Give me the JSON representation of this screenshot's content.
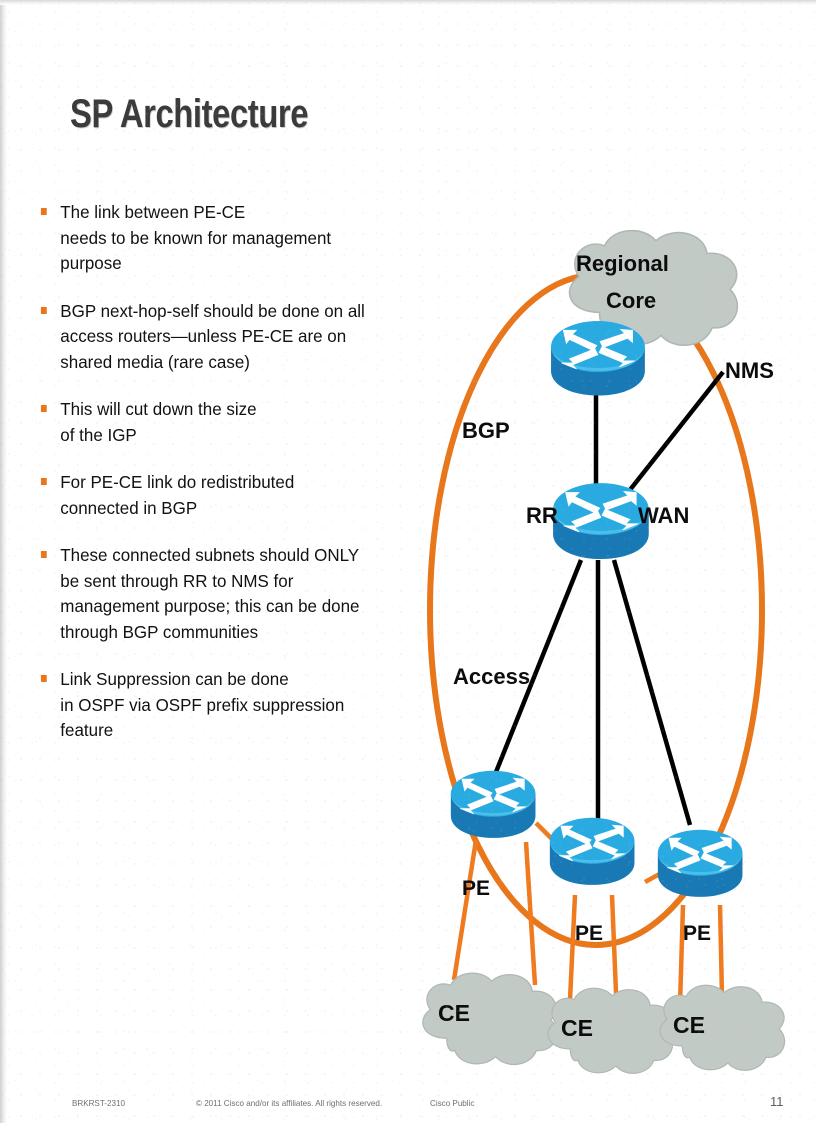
{
  "slide": {
    "title": "SP Architecture",
    "accent_orange": "#E8761B",
    "router_top_color": "#29ABE2",
    "router_body_color": "#1879B5",
    "cloud_color": "#C2CAC6",
    "title_color": "#3B3B3B"
  },
  "bullets": [
    {
      "text": "The link between PE-CE\nneeds to be known for management\npurpose"
    },
    {
      "text": "BGP next-hop-self should be done on all\naccess routers—unless PE-CE are on\nshared media (rare case)"
    },
    {
      "text": "This will cut down the size\nof the IGP"
    },
    {
      "text": "For PE-CE link do redistributed\nconnected in BGP"
    },
    {
      "text": "These connected subnets should ONLY\nbe sent through RR to NMS for\nmanagement purpose; this can be done\nthrough BGP communities"
    },
    {
      "text": "Link Suppression can be done\nin OSPF via OSPF prefix suppression\nfeature"
    }
  ],
  "diagram": {
    "clouds": [
      {
        "id": "regional-core",
        "label_line1": "Regional",
        "label_line2": "Core"
      },
      {
        "id": "ce-left",
        "label_line1": "CE",
        "label_line2": ""
      },
      {
        "id": "ce-middle",
        "label_line1": "CE",
        "label_line2": ""
      },
      {
        "id": "ce-right",
        "label_line1": "CE",
        "label_line2": ""
      }
    ],
    "routers": [
      {
        "id": "core-router",
        "label": ""
      },
      {
        "id": "rr-router",
        "label": "RR"
      },
      {
        "id": "pe-left",
        "label": "PE"
      },
      {
        "id": "pe-middle",
        "label": "PE"
      },
      {
        "id": "pe-right",
        "label": "PE"
      }
    ],
    "labels": {
      "bgp": "BGP",
      "nms": "NMS",
      "rr": "RR",
      "wan": "WAN",
      "access": "Access",
      "pe_left": "PE",
      "pe_middle": "PE",
      "pe_right": "PE",
      "regional": "Regional",
      "core": "Core",
      "ce_left": "CE",
      "ce_middle": "CE",
      "ce_right": "CE"
    }
  },
  "footer": {
    "session_code": "BRKRST-2310",
    "copyright": "© 2011 Cisco and/or its affiliates. All rights reserved.",
    "classification": "Cisco Public",
    "page_number": "11"
  }
}
